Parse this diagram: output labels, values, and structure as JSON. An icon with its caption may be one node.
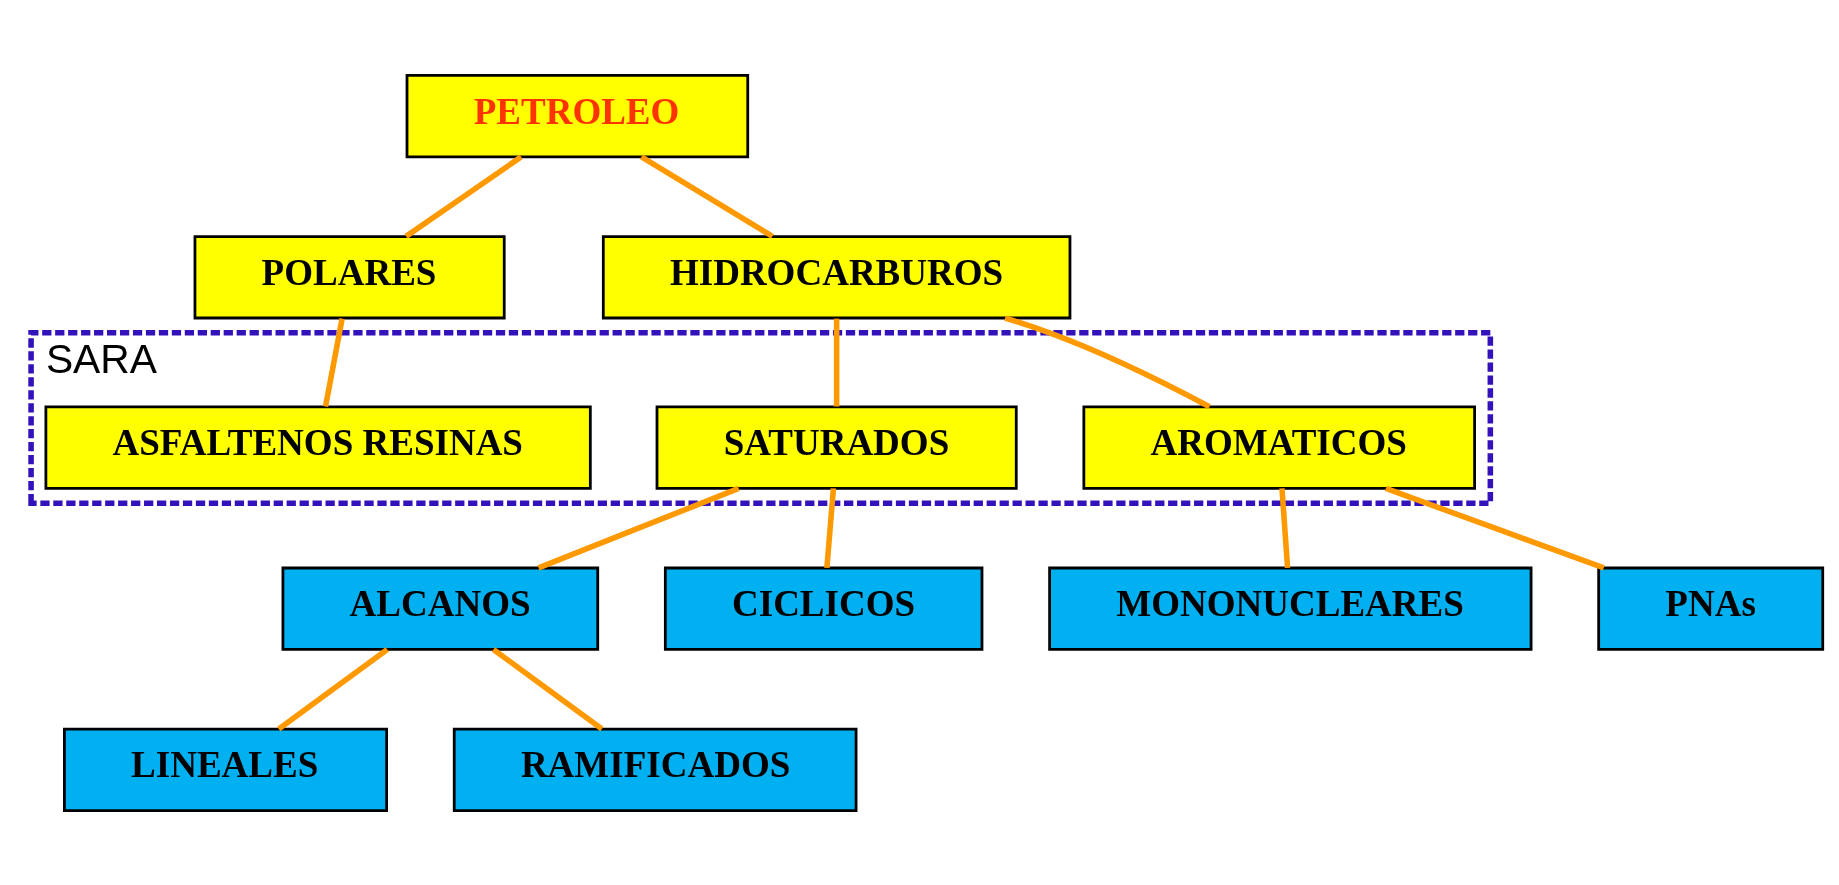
{
  "diagram": {
    "nodes": [
      {
        "text": [
          "PETROLEO"
        ]
      },
      {
        "text": [
          "POLARES"
        ]
      },
      {
        "text": [
          "HIDROCARBUROS"
        ]
      },
      {
        "text": [
          "SARA"
        ]
      },
      {
        "text": [
          "ASFALTENOS RESINAS"
        ],
        "in": 3
      },
      {
        "text": [
          "SATURADOS"
        ],
        "in": 3
      },
      {
        "text": [
          "AROMATICOS"
        ],
        "in": 3
      },
      {
        "text": [
          "ALCANOS"
        ]
      },
      {
        "text": [
          "CICLICOS"
        ]
      },
      {
        "text": [
          "MONONUCLEARES"
        ]
      },
      {
        "text": [
          "PNAs"
        ]
      },
      {
        "text": [
          "LINEALES"
        ]
      },
      {
        "text": [
          "RAMIFICADOS"
        ]
      }
    ],
    "edges": [
      {
        "from": 0,
        "to": 1,
        "arrow": "none"
      },
      {
        "from": 0,
        "to": 2,
        "arrow": "none"
      },
      {
        "from": 1,
        "to": 4,
        "arrow": "none"
      },
      {
        "from": 2,
        "to": 5,
        "arrow": "none"
      },
      {
        "from": 2,
        "to": 6,
        "arrow": "none"
      },
      {
        "from": 5,
        "to": 7,
        "arrow": "none"
      },
      {
        "from": 5,
        "to": 8,
        "arrow": "none"
      },
      {
        "from": 6,
        "to": 9,
        "arrow": "none"
      },
      {
        "from": 6,
        "to": 10,
        "arrow": "none"
      },
      {
        "from": 7,
        "to": 11,
        "arrow": "none"
      },
      {
        "from": 7,
        "to": 12,
        "arrow": "none"
      }
    ]
  }
}
